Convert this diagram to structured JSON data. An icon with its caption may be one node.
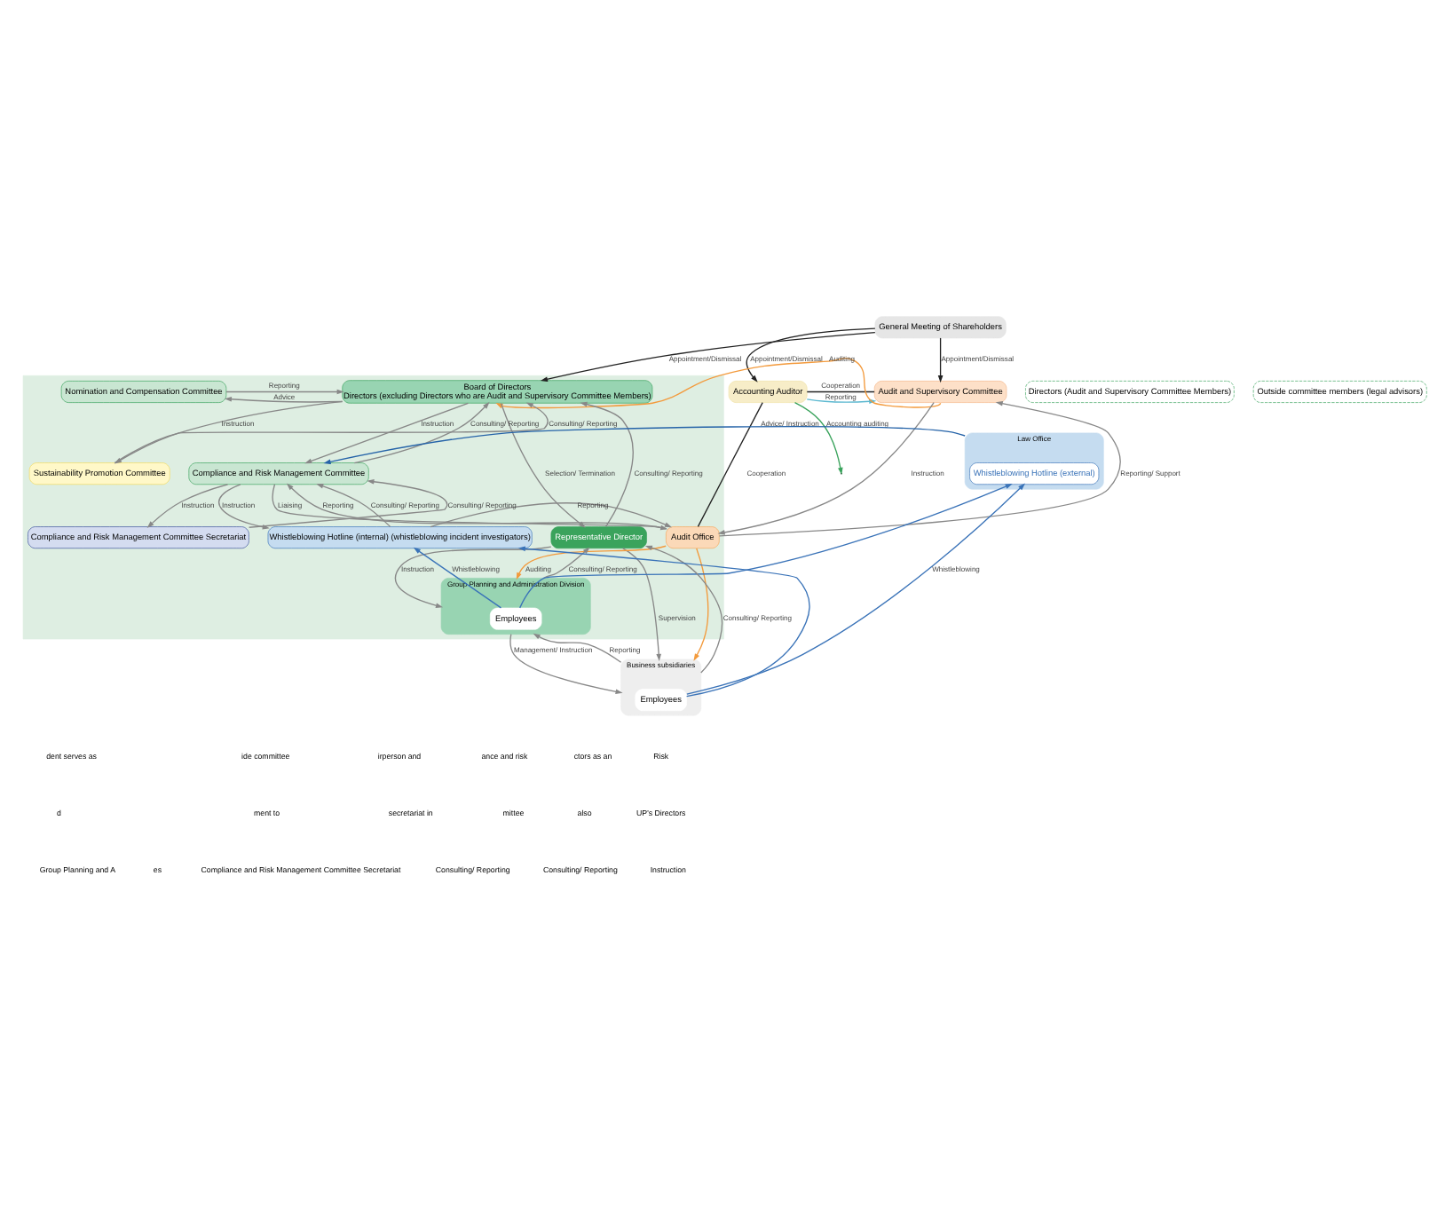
{
  "diagram": {
    "nodes": [
      {
        "text": [
          "General Meeting of Shareholders"
        ]
      },
      {
        "text": [
          "Accounting Auditor"
        ]
      },
      {
        "text": [
          "Audit and Supervisory Committee"
        ]
      },
      {
        "text": [],
        "shape": "box"
      },
      {
        "text": [
          "Board of Directors",
          "Directors (excluding Directors who are Audit and Supervisory Committee Members)"
        ],
        "in": 3
      },
      {
        "text": [
          "Directors (Audit and Supervisory Committee Members)"
        ]
      },
      {
        "text": [
          "Nomination and Compensation Committee"
        ],
        "in": 3
      },
      {
        "text": [
          "Law Office"
        ]
      },
      {
        "text": [
          "Whistleblowing Hotline (external)"
        ],
        "in": 7
      },
      {
        "text": [
          "Outside committee members (legal advisors)"
        ]
      },
      {
        "text": [
          "Compliance and Risk Management Committee"
        ],
        "in": 3
      },
      {
        "text": [
          "Sustainability Promotion Committee"
        ],
        "in": 3
      },
      {
        "text": [
          "Representative Director"
        ],
        "in": 3
      },
      {
        "text": [
          "Audit Office"
        ],
        "in": 3
      },
      {
        "text": [
          "Whistleblowing Hotline (internal) (whistleblowing incident investigators)"
        ],
        "in": 3
      },
      {
        "text": [
          "Compliance and Risk Management Committee Secretariat"
        ],
        "in": 3
      },
      {
        "text": [
          "Group Planning and Administration Division"
        ],
        "in": 3
      },
      {
        "text": [
          "Employees"
        ],
        "in": 16
      },
      {
        "text": [
          "Business subsidiaries"
        ]
      },
      {
        "text": [
          "Employees"
        ],
        "in": 18
      }
    ],
    "edges": [
      {
        "from": 0,
        "to": 1,
        "arrow": "to",
        "label": "Appointment/Dismissal",
        "color": "#222222"
      },
      {
        "from": 0,
        "to": 2,
        "arrow": "to",
        "label": "Appointment/Dismissal",
        "color": "#222222"
      },
      {
        "from": 0,
        "to": 4,
        "arrow": "to",
        "label": "Appointment/Dismissal",
        "color": "#222222"
      },
      {
        "from": 1,
        "to": 2,
        "arrow": "none",
        "label": "Cooperation",
        "color": "#222222"
      },
      {
        "from": 1,
        "to": 2,
        "arrow": "to",
        "label": "Reporting",
        "color": "#5bb8d0"
      },
      {
        "from": 2,
        "to": 4,
        "arrow": "to",
        "label": "Auditing",
        "color": "#f39a3c"
      },
      {
        "from": 4,
        "to": 6,
        "arrow": "to",
        "label": "Advice"
      },
      {
        "from": 6,
        "to": 4,
        "arrow": "to",
        "label": "Reporting"
      },
      {
        "from": 4,
        "to": 10,
        "arrow": "to",
        "label": "Instruction"
      },
      {
        "from": 10,
        "to": 4,
        "arrow": "to",
        "label": "Consulting/ Reporting"
      },
      {
        "from": 4,
        "to": 11,
        "arrow": "to",
        "label": "Instruction"
      },
      {
        "from": 11,
        "to": 4,
        "arrow": "to",
        "label": "Consulting/ Reporting"
      },
      {
        "from": 4,
        "to": 12,
        "arrow": "to",
        "label": "Selection/ Termination"
      },
      {
        "from": 12,
        "to": 4,
        "arrow": "to",
        "label": "Consulting/ Reporting"
      },
      {
        "from": 2,
        "to": 13,
        "arrow": "to",
        "label": "Instruction"
      },
      {
        "from": 13,
        "to": 2,
        "arrow": "to",
        "label": "Reporting/ Support"
      },
      {
        "from": 1,
        "to": 13,
        "arrow": "none",
        "label": "Cooperation",
        "color": "#222222"
      },
      {
        "from": 1,
        "to": null,
        "arrow": "to",
        "label": "Accounting auditing",
        "color": "#3aa35c"
      },
      {
        "from": 7,
        "to": 10,
        "arrow": "to",
        "label": "Advice/ Instruction",
        "color": "#2563a8"
      },
      {
        "from": 10,
        "to": 13,
        "arrow": "to",
        "label": "Liaising"
      },
      {
        "from": 13,
        "to": 10,
        "arrow": "to",
        "label": "Reporting"
      },
      {
        "from": 10,
        "to": 14,
        "arrow": "to",
        "label": "Instruction"
      },
      {
        "from": 14,
        "to": 10,
        "arrow": "to",
        "label": "Consulting/ Reporting"
      },
      {
        "from": 14,
        "to": 13,
        "arrow": "to",
        "label": "Reporting"
      },
      {
        "from": 10,
        "to": 15,
        "arrow": "to",
        "label": "Instruction"
      },
      {
        "from": 15,
        "to": 10,
        "arrow": "to",
        "label": "Consulting/ Reporting"
      },
      {
        "from": 13,
        "to": 16,
        "arrow": "to",
        "label": "Auditing",
        "color": "#f39a3c"
      },
      {
        "from": 13,
        "to": 18,
        "arrow": "to",
        "color": "#f39a3c"
      },
      {
        "from": 12,
        "to": 16,
        "arrow": "to",
        "label": "Instruction"
      },
      {
        "from": 16,
        "to": 12,
        "arrow": "to",
        "label": "Consulting/ Reporting"
      },
      {
        "from": 12,
        "to": 18,
        "arrow": "to",
        "label": "Supervision"
      },
      {
        "from": 18,
        "to": 12,
        "arrow": "to",
        "label": "Consulting/ Reporting"
      },
      {
        "from": 16,
        "to": 18,
        "arrow": "to",
        "label": "Management/ Instruction"
      },
      {
        "from": 18,
        "to": 16,
        "arrow": "to",
        "label": "Reporting"
      },
      {
        "from": 19,
        "to": 8,
        "arrow": "to",
        "label": "Whistleblowing",
        "color": "#3a73b8"
      },
      {
        "from": 17,
        "to": 8,
        "arrow": "to",
        "color": "#3a73b8"
      },
      {
        "from": 19,
        "to": 14,
        "arrow": "to",
        "color": "#3a73b8"
      },
      {
        "from": 17,
        "to": 14,
        "arrow": "to",
        "label": "Whistleblowing",
        "color": "#3a73b8"
      }
    ],
    "labels": [
      "Risk",
      "ctors as an",
      "ance and risk",
      "irperson and",
      "ide committee",
      "dent serves as",
      "UP’s Directors",
      "also",
      "mittee",
      "secretariat in",
      "ment to",
      "d",
      "Instruction",
      "Consulting/ Reporting",
      "Consulting/ Reporting",
      "Compliance and Risk Management Committee Secretariat",
      "es",
      "Group Planning and A"
    ]
  }
}
